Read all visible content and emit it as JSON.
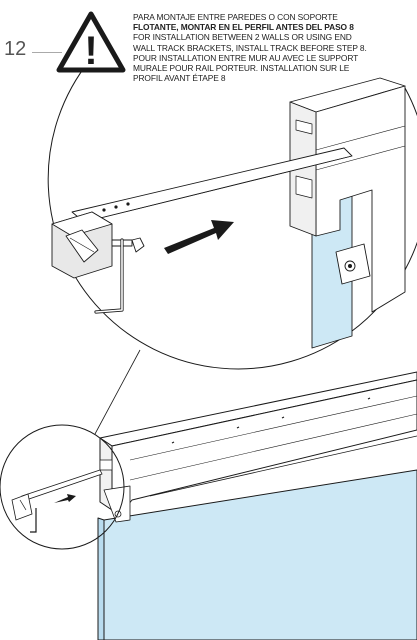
{
  "step": {
    "number": "12"
  },
  "warning": {
    "symbol": "!"
  },
  "instructions": {
    "es_line1": "PARA MONTAJE ENTRE PAREDES O CON SOPORTE",
    "es_line2": "FLOTANTE, MONTAR EN EL PERFIL ANTES DEL PASO 8",
    "en_line1": "FOR INSTALLATION BETWEEN 2 WALLS OR USING END",
    "en_line2": "WALL TRACK BRACKETS, INSTALL TRACK BEFORE STEP 8.",
    "fr_line1": "POUR INSTALLATION ENTRE MUR AU AVEC LE SUPPORT",
    "fr_line2": "MURALE POUR RAIL PORTEUR. INSTALLATION SUR LE",
    "fr_line3": "PROFIL AVANT ÉTAPE 8"
  },
  "colors": {
    "glass": "#cde8f5",
    "line": "#1a1a1a",
    "detail_gray": "#e8e8e8"
  },
  "icons": [
    "warning-triangle-icon",
    "arrow-icon",
    "allen-key-icon",
    "end-bracket-icon"
  ]
}
